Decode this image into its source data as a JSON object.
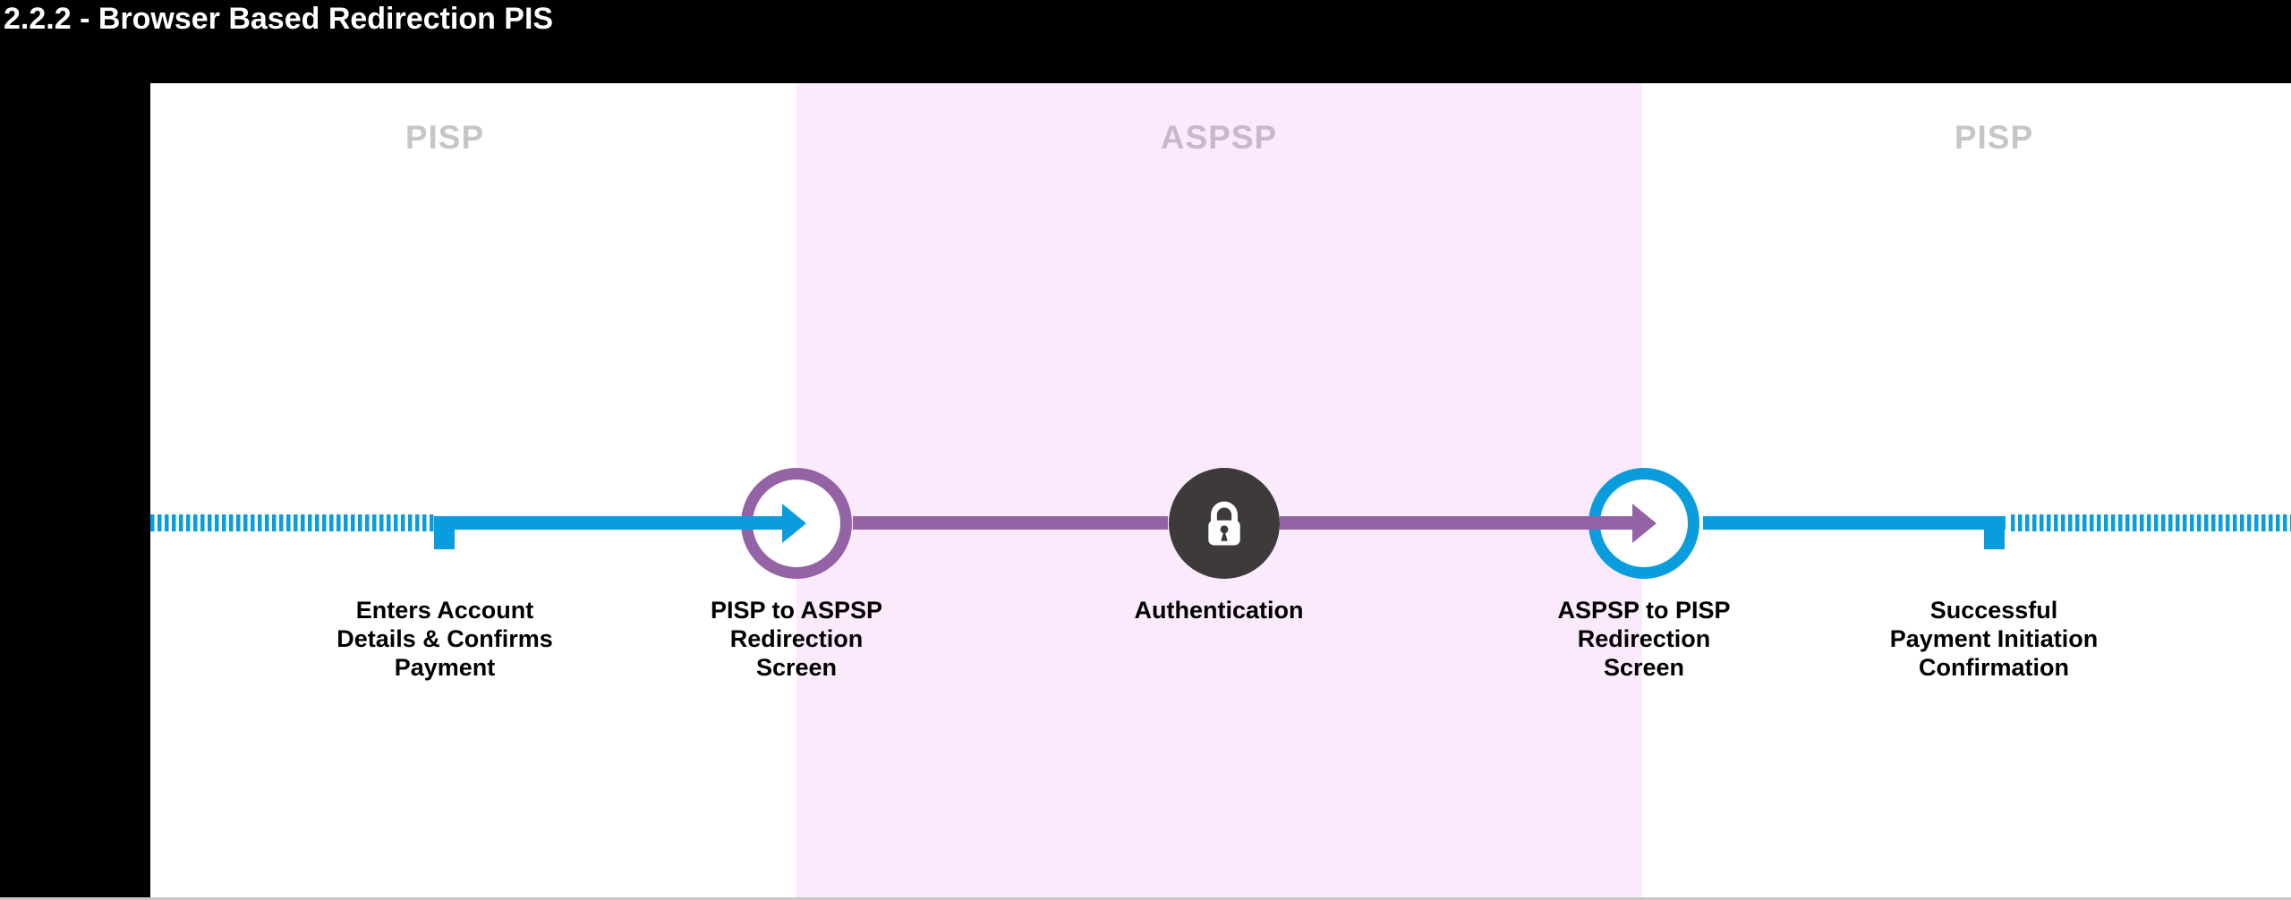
{
  "title": "2.2.2 - Browser Based Redirection PIS",
  "lanes": [
    {
      "label": "PISP"
    },
    {
      "label": "ASPSP"
    },
    {
      "label": "PISP"
    }
  ],
  "steps": [
    {
      "name": "enters-account-details",
      "lines": [
        "Enters Account",
        "Details & Confirms",
        "Payment"
      ]
    },
    {
      "name": "pisp-to-aspsp-redirect",
      "lines": [
        "PISP to ASPSP",
        "Redirection",
        "Screen"
      ]
    },
    {
      "name": "authentication",
      "lines": [
        "Authentication"
      ]
    },
    {
      "name": "aspsp-to-pisp-redirect",
      "lines": [
        "ASPSP to PISP",
        "Redirection",
        "Screen"
      ]
    },
    {
      "name": "successful-payment",
      "lines": [
        "Successful",
        "Payment Initiation",
        "Confirmation"
      ]
    }
  ],
  "colors": {
    "flow_blue": "#0a9ddd",
    "flow_purple": "#9463a6",
    "aspsp_band": "#faeafc",
    "auth_circle": "#3e3a3a",
    "lane_header_gray": "#c6c6c6",
    "panel_background": "#ffffff",
    "page_background": "#000000"
  }
}
